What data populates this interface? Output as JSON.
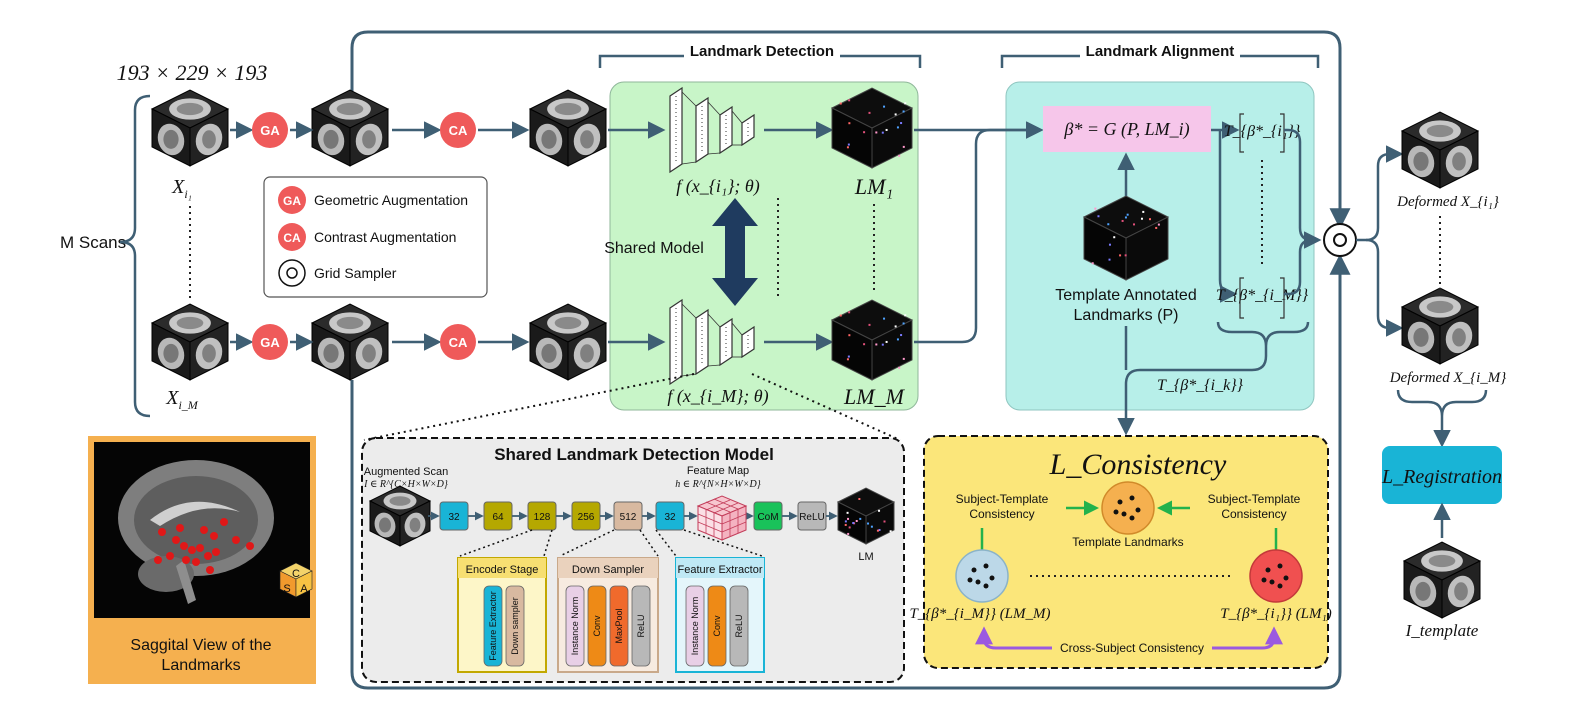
{
  "top_dims": "193 × 229 × 193",
  "m_scans": "M  Scans",
  "scan_labels": {
    "first": "X",
    "first_sub": "i₁",
    "last": "X",
    "last_sub": "i_M"
  },
  "badges": {
    "ga": "GA",
    "ca": "CA"
  },
  "legend": {
    "ga": "Geometric Augmentation",
    "ca": "Contrast Augmentation",
    "gs": "Grid Sampler"
  },
  "sections": {
    "detection": "Landmark Detection",
    "alignment": "Landmark Alignment",
    "shared_model": "Shared Model"
  },
  "model_labels": {
    "f1": "f (x_{i₁}; θ)",
    "fM": "f (x_{i_M}; θ)"
  },
  "landmark_labels": {
    "lm1": "LM₁",
    "lmM": "LM_M"
  },
  "alignment": {
    "formula": "β* = G (P, LM_i)",
    "t1": "T_{β*_{i₁}}",
    "tM": "T_{β*_{i_M}}",
    "tk": "T_{β*_{i_k}}",
    "template_line1": "Template Annotated",
    "template_line2": "Landmarks (P)"
  },
  "deformed": {
    "first": "Deformed X_{i₁}",
    "last": "Deformed X_{i_M}"
  },
  "registration": {
    "loss": "L_Registration",
    "template": "I_template"
  },
  "saggital": {
    "line1": "Saggital View of the",
    "line2": "Landmarks",
    "c": "C",
    "s": "S",
    "a": "A"
  },
  "shared_model_box": {
    "title": "Shared Landmark Detection Model",
    "aug_scan": "Augmented Scan",
    "aug_formula": "I ∈ R^{C×H×W×D}",
    "feature_map": "Feature Map",
    "feature_formula": "h ∈ R^{N×H×W×D}",
    "blocks": [
      "32",
      "64",
      "128",
      "256",
      "512",
      "32",
      "CoM",
      "ReLU"
    ],
    "lm": "LM",
    "encoder_stage": {
      "title": "Encoder Stage",
      "items": [
        "Feature Extractor",
        "Down sampler"
      ]
    },
    "down_sampler": {
      "title": "Down Sampler",
      "items": [
        "Instance Norm",
        "Conv",
        "MaxPool",
        "ReLU"
      ]
    },
    "feature_extractor": {
      "title": "Feature Extractor",
      "items": [
        "Instance Norm",
        "Conv",
        "ReLU"
      ]
    }
  },
  "consistency": {
    "title": "L_Consistency",
    "subject_template": "Subject-Template",
    "consistency_word": "Consistency",
    "template_landmarks": "Template Landmarks",
    "tM": "T_{β*_{i_M}} (LM_M)",
    "t1": "T_{β*_{i₁}} (LM₁)",
    "cross": "Cross-Subject Consistency"
  },
  "colors": {
    "arrow": "#3f5f74",
    "badge": "#ef5a5a",
    "detection_bg": "#c8f5c8",
    "alignment_bg": "#b7efe9",
    "formula_bg": "#f6c6ea",
    "registration_bg": "#19b4d6",
    "consistency_bg": "#fbe67a",
    "saggital_bg": "#f5b04f",
    "cross_arrow": "#9b59e0",
    "green_arrow": "#22b24c"
  }
}
